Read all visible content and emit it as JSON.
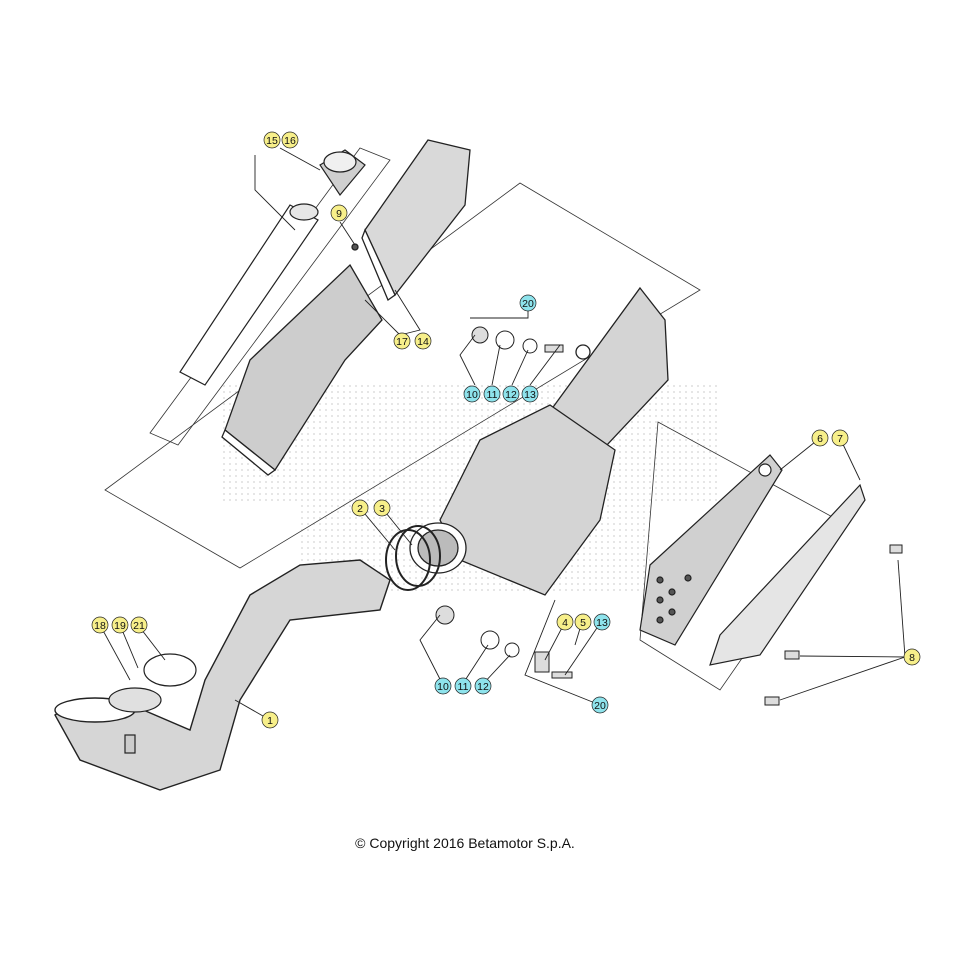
{
  "copyright": "© Copyright 2016 Betamotor S.p.A.",
  "colors": {
    "yellow_callout": "#f7ef8a",
    "cyan_callout": "#8ee3ec",
    "line": "#222222",
    "watermark_dots": "#d8d8d8"
  },
  "callouts": [
    {
      "id": "c15",
      "text": "15",
      "color": "yellow"
    },
    {
      "id": "c16",
      "text": "16",
      "color": "yellow"
    },
    {
      "id": "c9",
      "text": "9",
      "color": "yellow"
    },
    {
      "id": "c17",
      "text": "17",
      "color": "yellow"
    },
    {
      "id": "c14",
      "text": "14",
      "color": "yellow"
    },
    {
      "id": "c20a",
      "text": "20",
      "color": "cyan"
    },
    {
      "id": "c10a",
      "text": "10",
      "color": "cyan"
    },
    {
      "id": "c11a",
      "text": "11",
      "color": "cyan"
    },
    {
      "id": "c12a",
      "text": "12",
      "color": "cyan"
    },
    {
      "id": "c13a",
      "text": "13",
      "color": "cyan"
    },
    {
      "id": "c6",
      "text": "6",
      "color": "yellow"
    },
    {
      "id": "c7",
      "text": "7",
      "color": "yellow"
    },
    {
      "id": "c2",
      "text": "2",
      "color": "yellow"
    },
    {
      "id": "c3",
      "text": "3",
      "color": "yellow"
    },
    {
      "id": "c8",
      "text": "8",
      "color": "yellow"
    },
    {
      "id": "c18",
      "text": "18",
      "color": "yellow"
    },
    {
      "id": "c19",
      "text": "19",
      "color": "yellow"
    },
    {
      "id": "c21",
      "text": "21",
      "color": "yellow"
    },
    {
      "id": "c4",
      "text": "4",
      "color": "yellow"
    },
    {
      "id": "c5",
      "text": "5",
      "color": "yellow"
    },
    {
      "id": "c13b",
      "text": "13",
      "color": "cyan"
    },
    {
      "id": "c10b",
      "text": "10",
      "color": "cyan"
    },
    {
      "id": "c11b",
      "text": "11",
      "color": "cyan"
    },
    {
      "id": "c12b",
      "text": "12",
      "color": "cyan"
    },
    {
      "id": "c20b",
      "text": "20",
      "color": "cyan"
    },
    {
      "id": "c1",
      "text": "1",
      "color": "yellow"
    }
  ]
}
